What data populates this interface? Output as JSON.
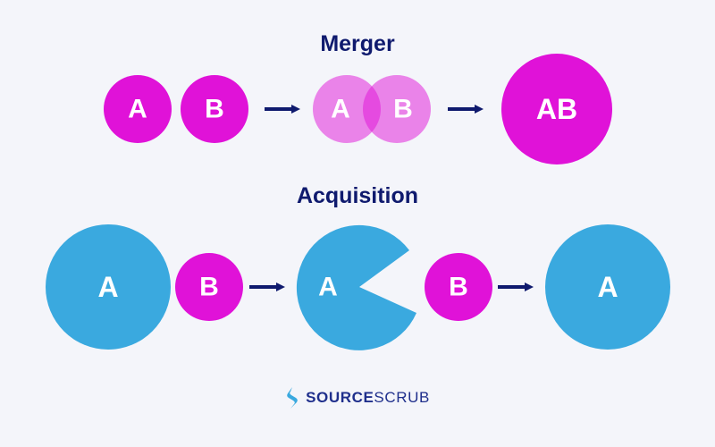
{
  "merger": {
    "title": "Merger",
    "step1": [
      "A",
      "B"
    ],
    "step2": [
      "A",
      "B"
    ],
    "result": "AB"
  },
  "acquisition": {
    "title": "Acquisition",
    "step1": [
      "A",
      "B"
    ],
    "step2": [
      "A",
      "B"
    ],
    "result": "A"
  },
  "footer": {
    "brand_bold": "SOURCE",
    "brand_light": "SCRUB"
  },
  "colors": {
    "magenta": "#e012d8",
    "magenta_light": "#ec7aea",
    "blue": "#3aa9df",
    "navy": "#0f1a6e",
    "background": "#f4f5fa"
  },
  "icons": {
    "arrow": "right-arrow-icon",
    "logo": "sourcescrub-s-icon"
  }
}
